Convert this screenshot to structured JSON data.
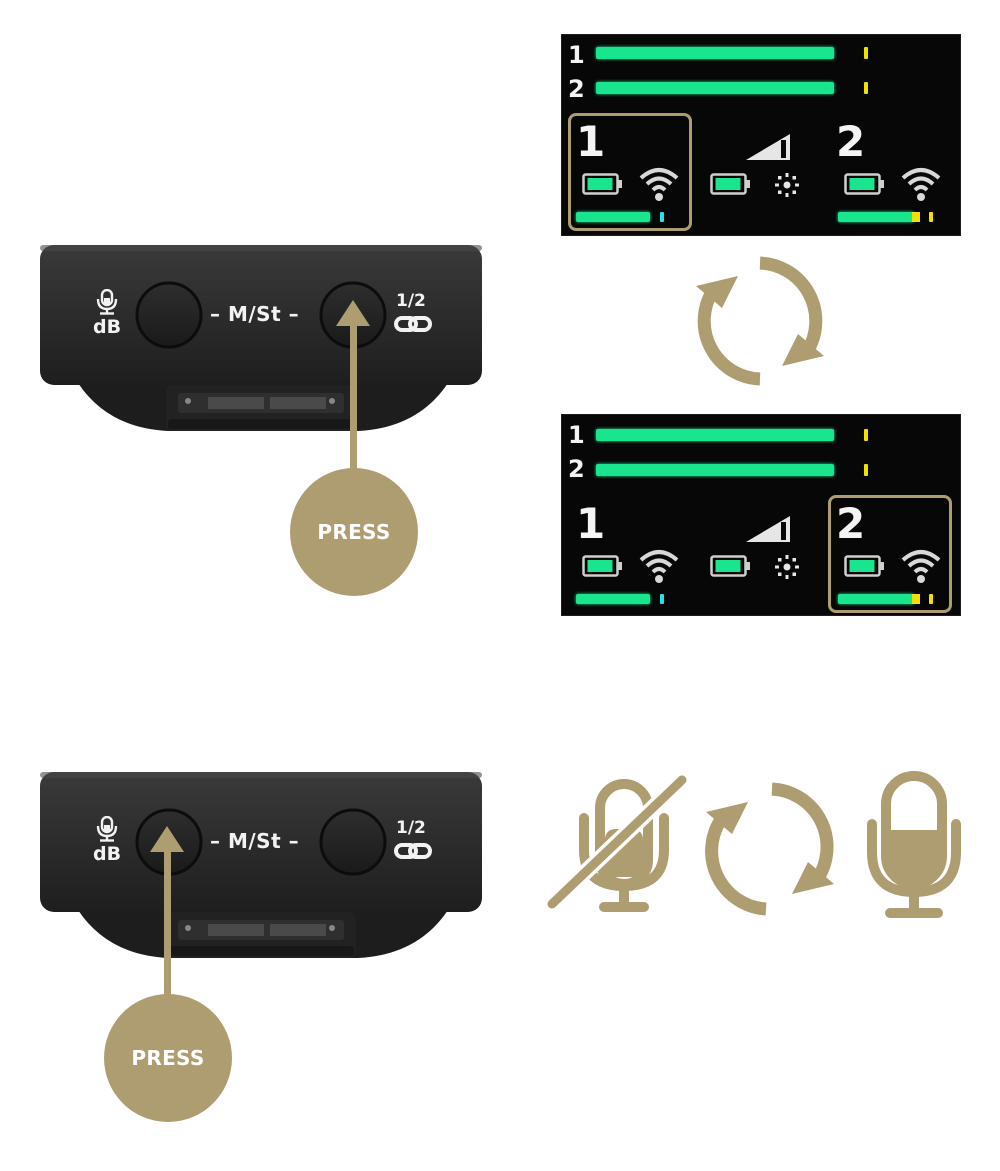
{
  "colors": {
    "accent": "#af9d72",
    "meter_green": "#19e58f",
    "peak_yellow": "#f2e000",
    "peak_cyan": "#22e3e8",
    "device_body": "#2b2b2b",
    "screen_bg": "#070707",
    "background": "#ffffff"
  },
  "devices": [
    {
      "id": "device-top",
      "labels": {
        "left_icon": "mic-icon",
        "left_text": "dB",
        "center": "– M/St –",
        "right_top": "1/2",
        "right_icon": "link-icon"
      },
      "pressed_button": "right",
      "press_label": "PRESS"
    },
    {
      "id": "device-bottom",
      "labels": {
        "left_icon": "mic-icon",
        "left_text": "dB",
        "center": "– M/St –",
        "right_top": "1/2",
        "right_icon": "link-icon"
      },
      "pressed_button": "left",
      "press_label": "PRESS"
    }
  ],
  "screens": [
    {
      "id": "screen-top",
      "meters": [
        {
          "label": "1"
        },
        {
          "label": "2"
        }
      ],
      "channels": [
        {
          "label": "1",
          "selected": true
        },
        {
          "label": "2",
          "selected": false
        }
      ],
      "center_icons": [
        "gain-ramp-icon",
        "battery-icon",
        "pairing-sun-icon"
      ]
    },
    {
      "id": "screen-bottom",
      "meters": [
        {
          "label": "1"
        },
        {
          "label": "2"
        }
      ],
      "channels": [
        {
          "label": "1",
          "selected": false
        },
        {
          "label": "2",
          "selected": true
        }
      ],
      "center_icons": [
        "gain-ramp-icon",
        "battery-icon",
        "pairing-sun-icon"
      ]
    }
  ],
  "cycle_icons": [
    "cycle-arrows-icon",
    "cycle-arrows-icon"
  ],
  "mic_states": [
    "mic-muted-icon",
    "mic-active-icon"
  ]
}
